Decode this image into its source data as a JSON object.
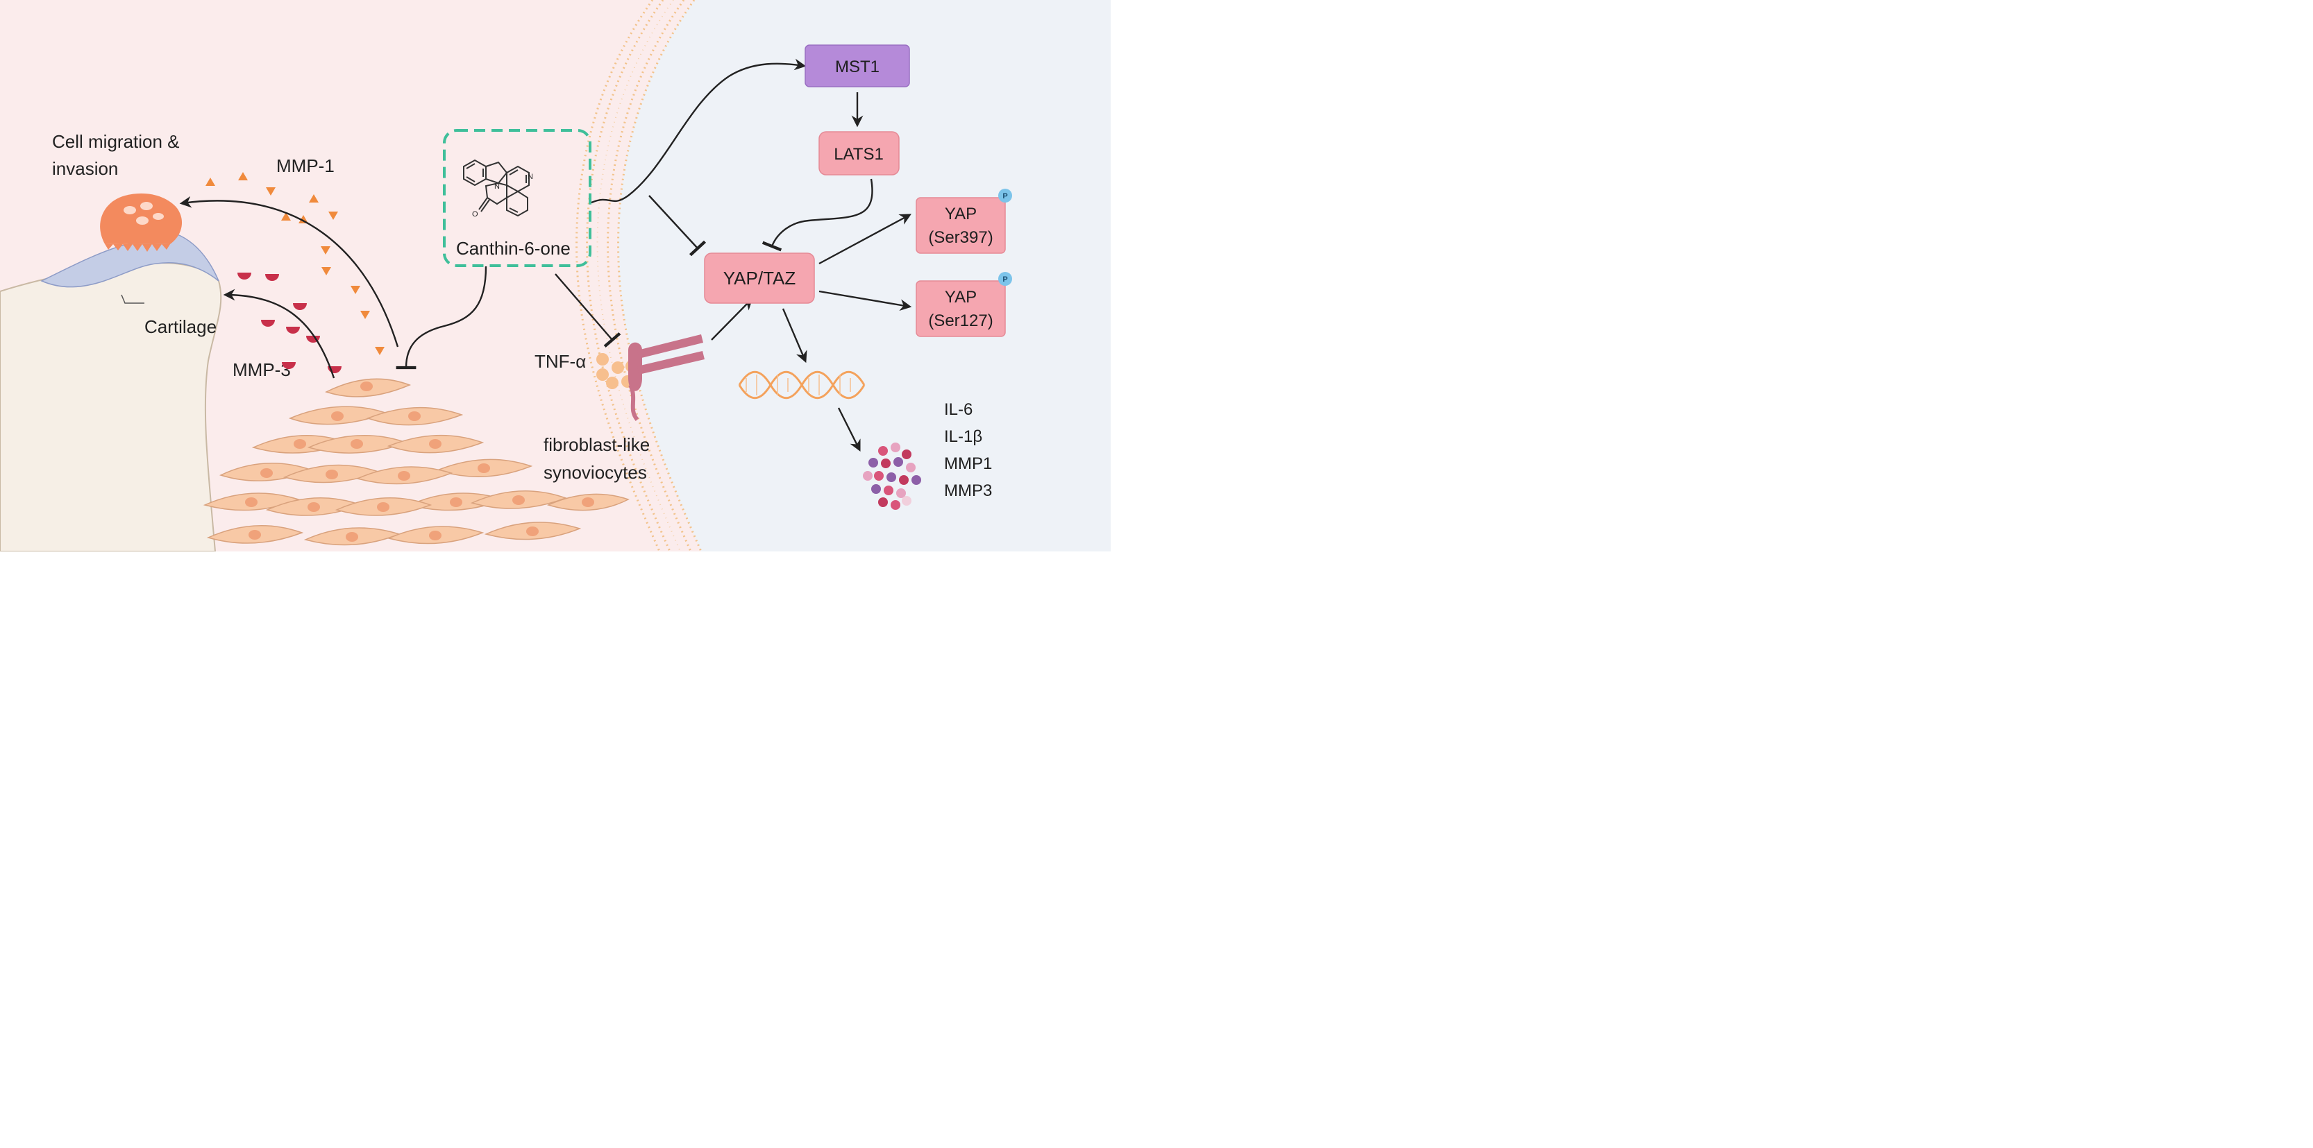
{
  "labels": {
    "cell_migration_line1": "Cell migration &",
    "cell_migration_line2": "invasion",
    "mmp1": "MMP-1",
    "mmp3": "MMP-3",
    "cartilage": "Cartilage",
    "compound": "Canthin-6-one",
    "tnf": "TNF-α",
    "fls_line1": "fibroblast-like",
    "fls_line2": "synoviocytes",
    "mst1": "MST1",
    "lats1": "LATS1",
    "yap_taz": "YAP/TAZ",
    "yap1_line1": "YAP",
    "yap1_line2": "(Ser397)",
    "yap2_line1": "YAP",
    "yap2_line2": "(Ser127)",
    "phospho": "P",
    "outputs": [
      "IL-6",
      "IL-1β",
      "MMP1",
      "MMP3"
    ]
  },
  "colors": {
    "left_bg": "#fbecec",
    "right_bg": "#eef2f7",
    "membrane_dots": "#f2c28a",
    "mst1_fill": "#b58ad9",
    "pink_node": "#f5a6b0",
    "pink_node_border": "#e58a96",
    "compound_border": "#3fbf9a",
    "mmp1_triangles": "#f08a3c",
    "mmp3_pacman": "#c8304a",
    "cell_fill": "#f8c9a6",
    "cell_nucleus": "#f0a27a",
    "tnf_dots": "#f7bf8e",
    "receptor": "#c8738a",
    "dna": "#f4a25c",
    "phospho_badge": "#7cc4ea"
  },
  "icons": [
    "molecule-structure-icon",
    "dna-helix-icon",
    "receptor-icon",
    "cytokine-cluster-icon",
    "invading-cell-icon"
  ]
}
